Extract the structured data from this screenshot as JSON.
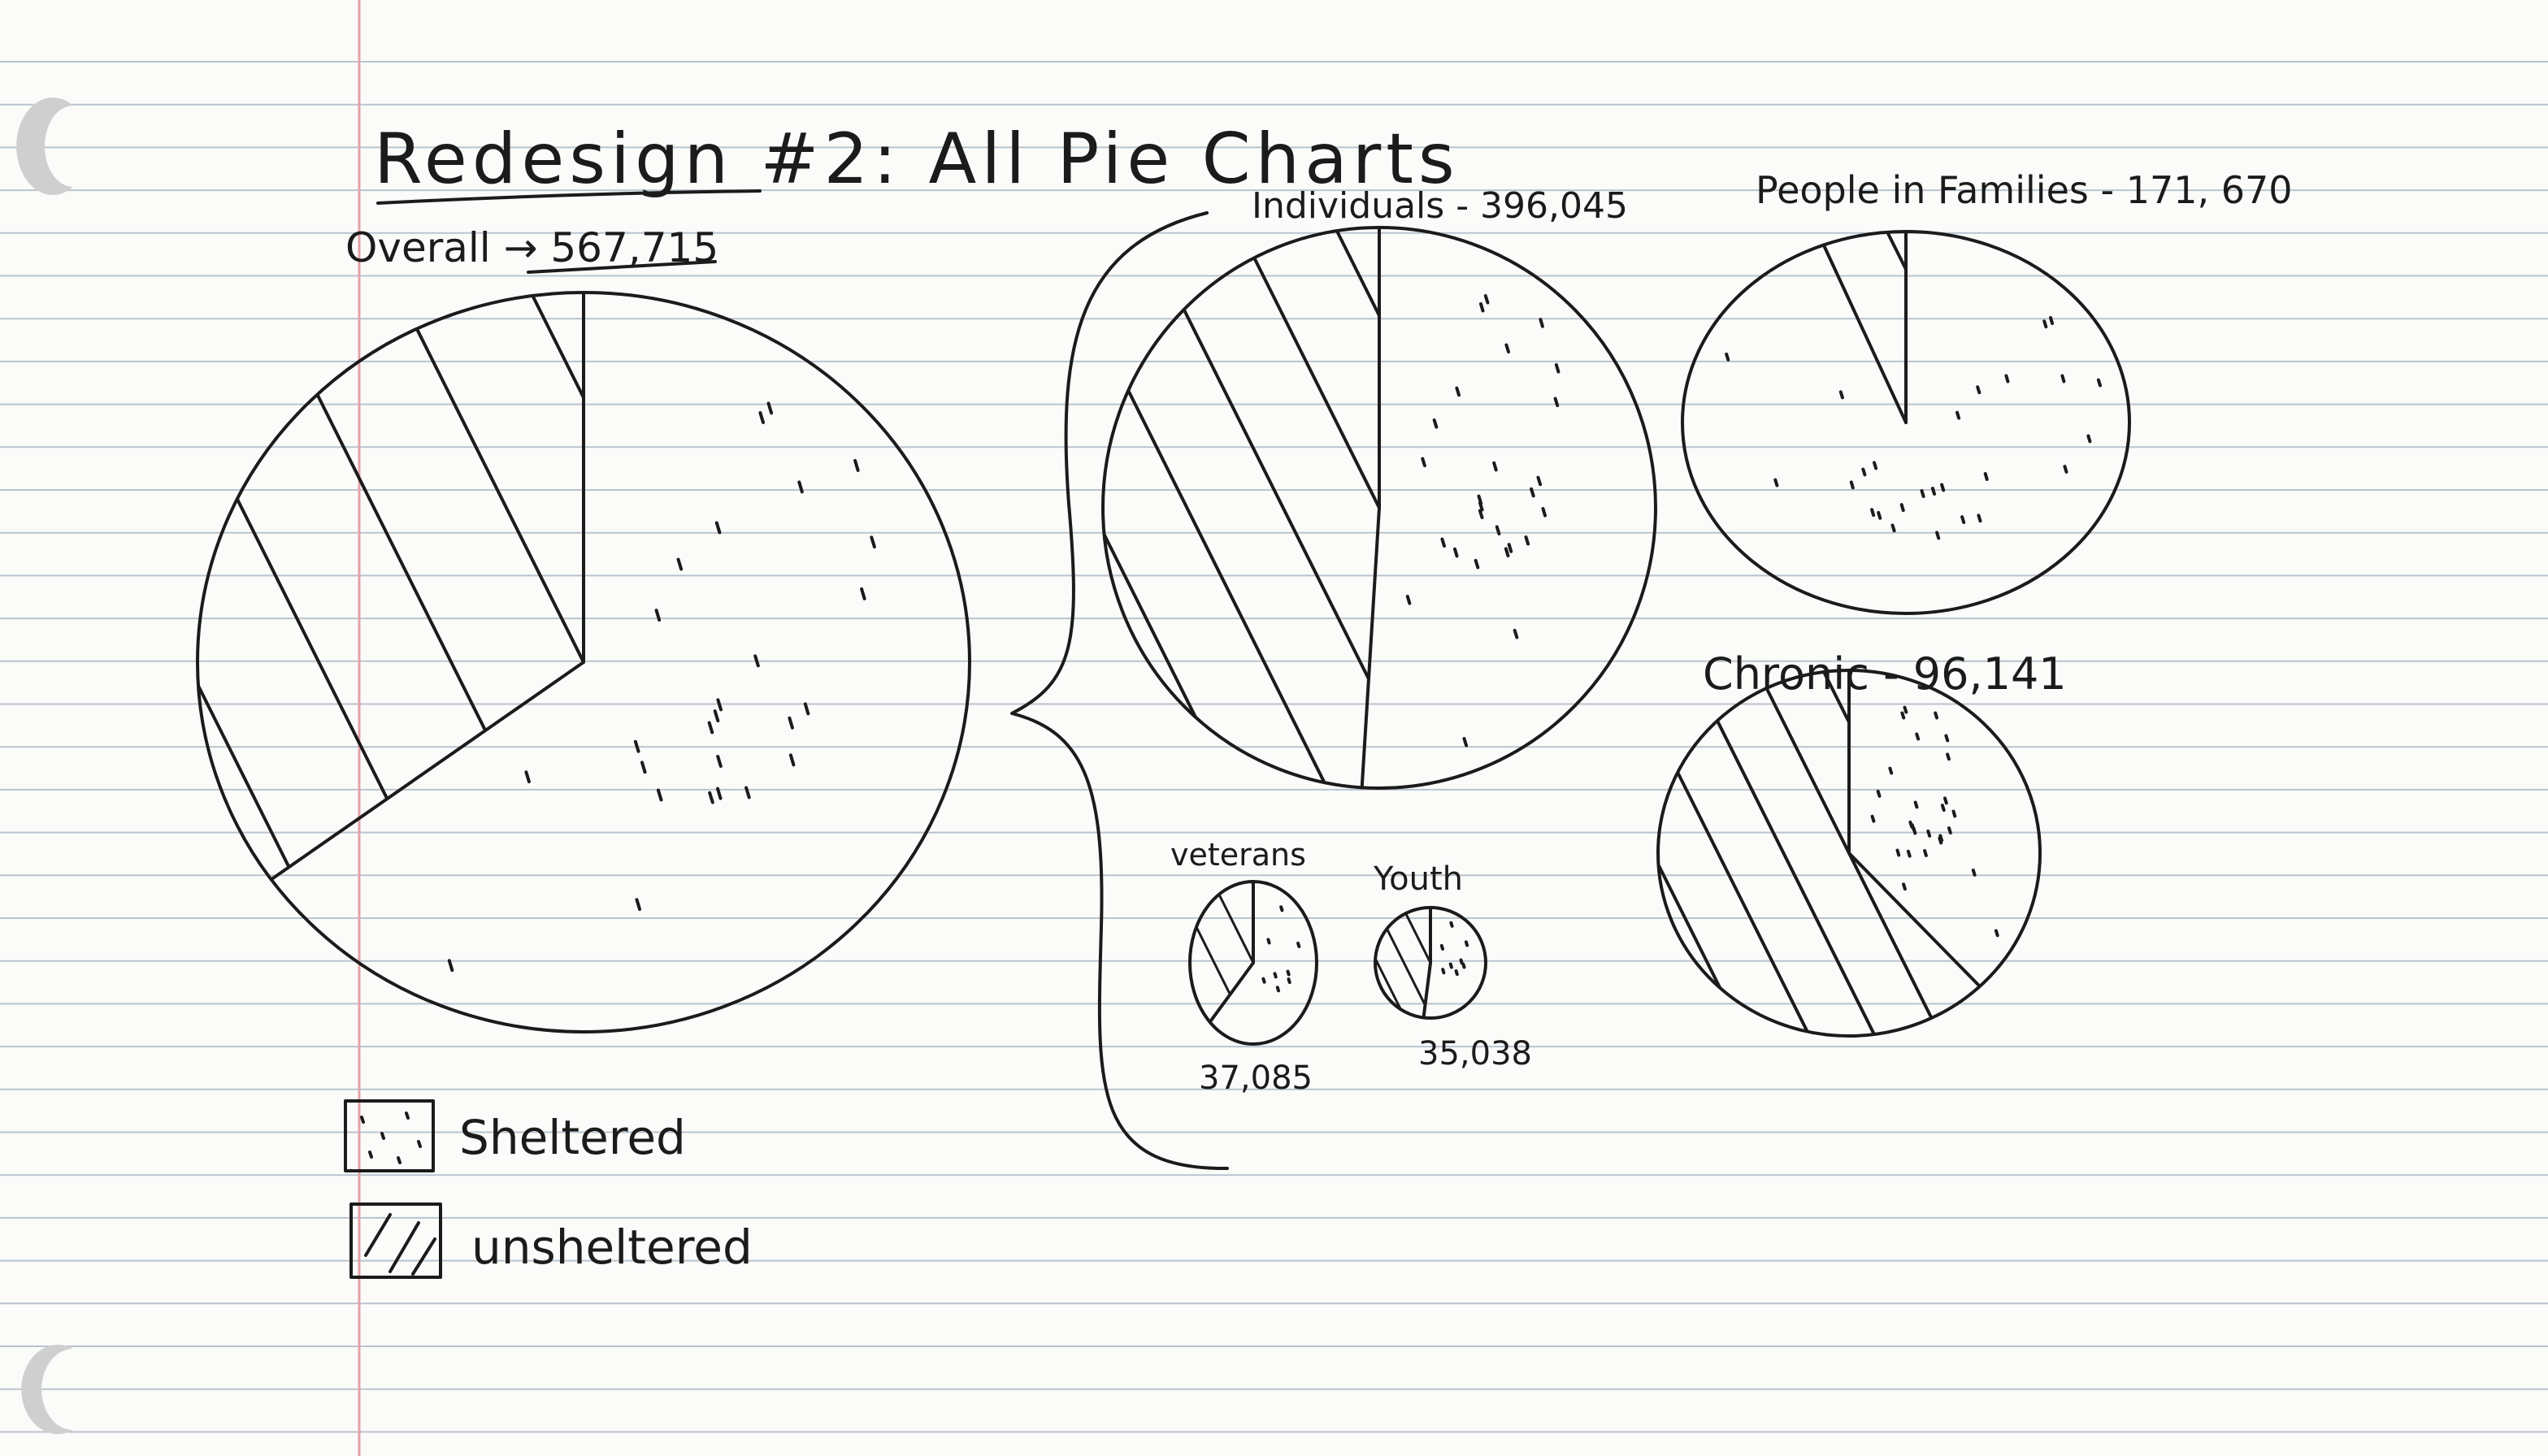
{
  "title": "Redesign #2: All Pie Charts",
  "colors": {
    "paper": "#fbfbfa",
    "ruled_line": "#b9c4cf",
    "margin_line": "#e3a2a6",
    "ink": "#1b1b1b",
    "punch_hole": "#cfcfcf"
  },
  "chart_data": [
    {
      "type": "pie",
      "title": "Overall → 567,715",
      "total": 567715,
      "slices": [
        {
          "label": "Sheltered",
          "fraction": 0.65,
          "pattern": "dots"
        },
        {
          "label": "unsheltered",
          "fraction": 0.35,
          "pattern": "hatch"
        }
      ]
    },
    {
      "type": "pie",
      "title": "Individuals - 396,045",
      "total": 396045,
      "slices": [
        {
          "label": "Sheltered",
          "fraction": 0.51,
          "pattern": "dots"
        },
        {
          "label": "unsheltered",
          "fraction": 0.49,
          "pattern": "hatch"
        }
      ]
    },
    {
      "type": "pie",
      "title": "People in Families - 171, 670",
      "total": 171670,
      "slices": [
        {
          "label": "Sheltered",
          "fraction": 0.94,
          "pattern": "dots"
        },
        {
          "label": "unsheltered",
          "fraction": 0.06,
          "pattern": "hatch"
        }
      ]
    },
    {
      "type": "pie",
      "title": "Chronic - 96,141",
      "total": 96141,
      "slices": [
        {
          "label": "Sheltered",
          "fraction": 0.38,
          "pattern": "dots"
        },
        {
          "label": "unsheltered",
          "fraction": 0.62,
          "pattern": "hatch"
        }
      ]
    },
    {
      "type": "pie",
      "title": "veterans",
      "value_label": "37,085",
      "total": 37085,
      "slices": [
        {
          "label": "Sheltered",
          "fraction": 0.62,
          "pattern": "dots"
        },
        {
          "label": "unsheltered",
          "fraction": 0.38,
          "pattern": "hatch"
        }
      ]
    },
    {
      "type": "pie",
      "title": "Youth",
      "value_label": "35,038",
      "total": 35038,
      "slices": [
        {
          "label": "Sheltered",
          "fraction": 0.52,
          "pattern": "dots"
        },
        {
          "label": "unsheltered",
          "fraction": 0.48,
          "pattern": "hatch"
        }
      ]
    }
  ],
  "legend": [
    {
      "label": "Sheltered",
      "pattern": "dots"
    },
    {
      "label": "unsheltered",
      "pattern": "hatch"
    }
  ]
}
